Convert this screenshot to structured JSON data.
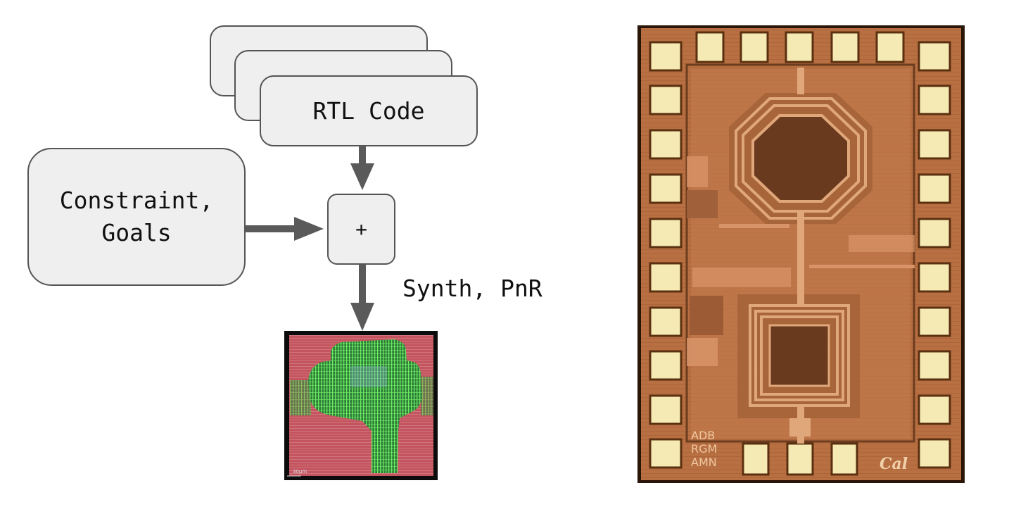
{
  "diagram": {
    "rtl_box": {
      "label": "RTL Code"
    },
    "constraint_box": {
      "label_line1": "Constraint,",
      "label_line2": "Goals"
    },
    "combine_box": {
      "label": "+"
    },
    "edge_label": "Synth, PnR",
    "layout_thumbnail": {
      "scale_label": "30µm"
    },
    "die_photo": {
      "logo_text": "Cal",
      "initials": [
        "ADB",
        "RGM",
        "AMN"
      ]
    }
  },
  "colors": {
    "box_fill": "#efefef",
    "box_stroke": "#555555",
    "arrow": "#5a5a5a",
    "layout_background": "#c4545e",
    "layout_routing": "#5fe65a",
    "die_substrate": "#b06a3e",
    "die_pad": "#f6eab4"
  }
}
